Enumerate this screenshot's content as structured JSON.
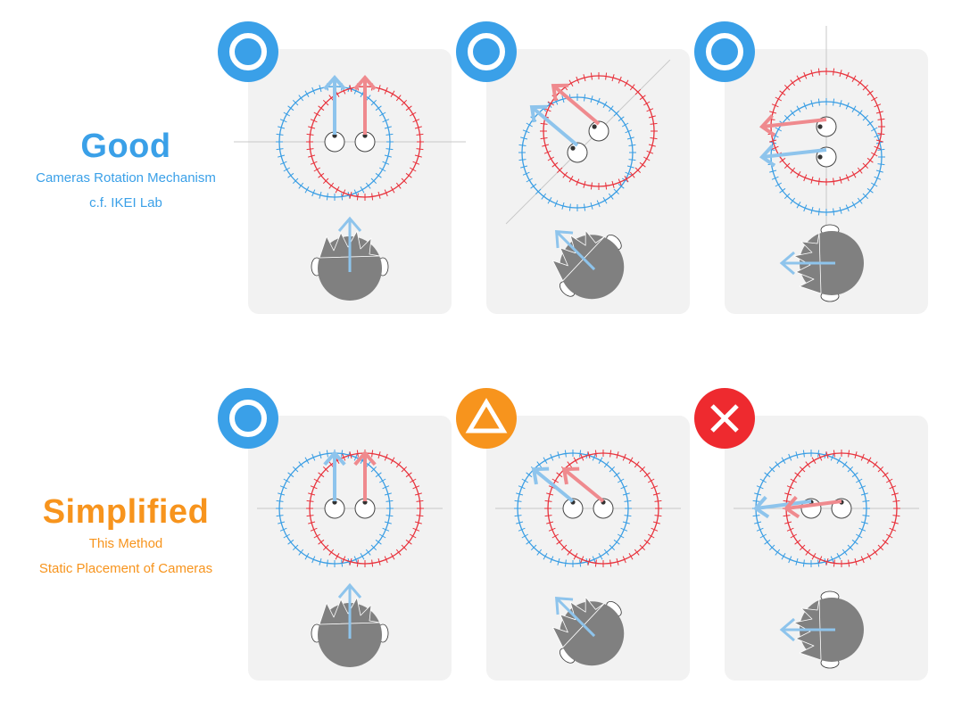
{
  "rows": [
    {
      "title": "Good",
      "subtitle_line1": "Cameras Rotation Mechanism",
      "subtitle_line2": "c.f. IKEI Lab",
      "color": "#3aa0e8",
      "panels": [
        {
          "rating": "good",
          "badge_icon": "circle-icon",
          "head_angle_deg": 0,
          "mode": "rotate"
        },
        {
          "rating": "good",
          "badge_icon": "circle-icon",
          "head_angle_deg": -45,
          "mode": "rotate"
        },
        {
          "rating": "good",
          "badge_icon": "circle-icon",
          "head_angle_deg": -90,
          "mode": "rotate"
        }
      ]
    },
    {
      "title": "Simplified",
      "subtitle_line1": "This Method",
      "subtitle_line2": "Static Placement of Cameras",
      "color": "#f7941d",
      "panels": [
        {
          "rating": "good",
          "badge_icon": "circle-icon",
          "head_angle_deg": 0,
          "mode": "static"
        },
        {
          "rating": "fair",
          "badge_icon": "triangle-icon",
          "head_angle_deg": -45,
          "mode": "static"
        },
        {
          "rating": "bad",
          "badge_icon": "cross-icon",
          "head_angle_deg": -90,
          "mode": "static"
        }
      ]
    }
  ],
  "colors": {
    "left_camera": "#3a9ee4",
    "right_camera": "#e8323c",
    "left_arrow": "#8ec4ec",
    "right_arrow": "#ef8a8e",
    "badge_good": "#3aa0e8",
    "badge_fair": "#f7941d",
    "badge_bad": "#ee2a2f",
    "head": "#808080",
    "panel_bg": "#f2f2f2"
  }
}
